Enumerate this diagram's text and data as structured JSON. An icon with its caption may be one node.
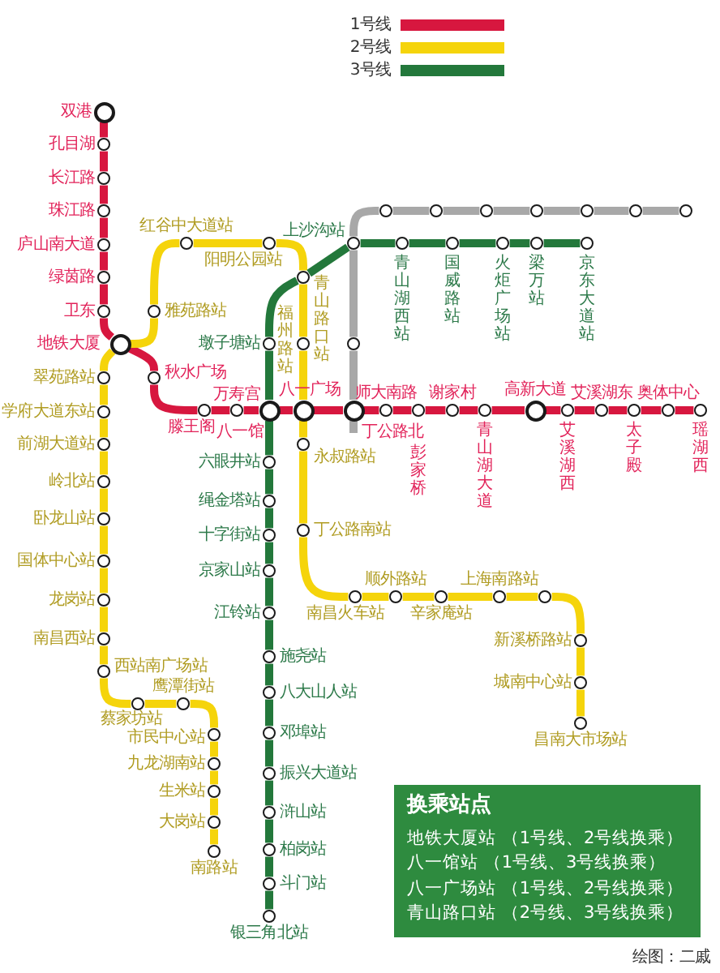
{
  "diagram": {
    "nodes": [
      {
        "text": [
          "双港"
        ]
      },
      {
        "text": [
          "孔目湖"
        ]
      },
      {
        "text": [
          "长江路"
        ]
      },
      {
        "text": [
          "珠江路"
        ]
      },
      {
        "text": [
          "庐山南大道"
        ]
      },
      {
        "text": [
          "绿茵路"
        ]
      },
      {
        "text": [
          "卫东"
        ]
      },
      {
        "text": [
          "地铁大厦"
        ]
      },
      {
        "text": [
          "秋水广场"
        ]
      },
      {
        "text": [
          "滕王阁"
        ]
      },
      {
        "text": [
          "万寿宫"
        ]
      },
      {
        "text": [
          "八一馆"
        ]
      },
      {
        "text": [
          "八一广场"
        ]
      },
      {
        "text": [
          "丁公路北"
        ]
      },
      {
        "text": [
          "师大南路"
        ]
      },
      {
        "text": [
          "彭家桥"
        ]
      },
      {
        "text": [
          "谢家村"
        ]
      },
      {
        "text": [
          "青山湖大道"
        ]
      },
      {
        "text": [
          "高新大道"
        ]
      },
      {
        "text": [
          "艾溪湖西"
        ]
      },
      {
        "text": [
          "艾溪湖东"
        ]
      },
      {
        "text": [
          "太子殿"
        ]
      },
      {
        "text": [
          "奥体中心"
        ]
      },
      {
        "text": [
          "瑶湖西"
        ]
      },
      {
        "text": [
          "南路站"
        ]
      },
      {
        "text": [
          "大岗站"
        ]
      },
      {
        "text": [
          "生米站"
        ]
      },
      {
        "text": [
          "九龙湖南站"
        ]
      },
      {
        "text": [
          "市民中心站"
        ]
      },
      {
        "text": [
          "鹰潭街站"
        ]
      },
      {
        "text": [
          "蔡家坊站"
        ]
      },
      {
        "text": [
          "西站南广场站"
        ]
      },
      {
        "text": [
          "南昌西站"
        ]
      },
      {
        "text": [
          "龙岗站"
        ]
      },
      {
        "text": [
          "国体中心站"
        ]
      },
      {
        "text": [
          "卧龙山站"
        ]
      },
      {
        "text": [
          "岭北站"
        ]
      },
      {
        "text": [
          "前湖大道站"
        ]
      },
      {
        "text": [
          "学府大道东站"
        ]
      },
      {
        "text": [
          "翠苑路站"
        ]
      },
      {
        "text": [
          "雅苑路站"
        ]
      },
      {
        "text": [
          "红谷中大道站"
        ]
      },
      {
        "text": [
          "阳明公园站"
        ]
      },
      {
        "text": [
          "青山路口站"
        ]
      },
      {
        "text": [
          "福州路站"
        ]
      },
      {
        "text": [
          "永叔路站"
        ]
      },
      {
        "text": [
          "丁公路南站"
        ]
      },
      {
        "text": [
          "南昌火车站"
        ]
      },
      {
        "text": [
          "顺外路站"
        ]
      },
      {
        "text": [
          "辛家庵站"
        ]
      },
      {
        "text": [
          "上海南路站"
        ]
      },
      {
        "text": [],
        "shape": "circle"
      },
      {
        "text": [
          "新溪桥路站"
        ]
      },
      {
        "text": [
          "城南中心站"
        ]
      },
      {
        "text": [
          "昌南大市场站"
        ]
      },
      {
        "text": [
          "银三角北站"
        ]
      },
      {
        "text": [
          "斗门站"
        ]
      },
      {
        "text": [
          "柏岗站"
        ]
      },
      {
        "text": [
          "浒山站"
        ]
      },
      {
        "text": [
          "振兴大道站"
        ]
      },
      {
        "text": [
          "邓埠站"
        ]
      },
      {
        "text": [
          "八大山人站"
        ]
      },
      {
        "text": [
          "施尧站"
        ]
      },
      {
        "text": [
          "江铃站"
        ]
      },
      {
        "text": [
          "京家山站"
        ]
      },
      {
        "text": [
          "十字街站"
        ]
      },
      {
        "text": [
          "绳金塔站"
        ]
      },
      {
        "text": [
          "六眼井站"
        ]
      },
      {
        "text": [
          "墩子塘站"
        ]
      },
      {
        "text": [
          "上沙沟站"
        ]
      },
      {
        "text": [
          "青山湖西站"
        ]
      },
      {
        "text": [
          "国威路站"
        ]
      },
      {
        "text": [
          "火炬广场站"
        ]
      },
      {
        "text": [
          "梁万站"
        ]
      },
      {
        "text": [
          "京东大道站"
        ]
      },
      {
        "text": [],
        "shape": "circle"
      },
      {
        "text": [],
        "shape": "circle"
      },
      {
        "text": [],
        "shape": "circle"
      },
      {
        "text": [],
        "shape": "circle"
      },
      {
        "text": [],
        "shape": "circle"
      },
      {
        "text": [],
        "shape": "circle"
      },
      {
        "text": [],
        "shape": "circle"
      },
      {
        "text": [],
        "shape": "circle"
      },
      {
        "text": [
          "换乘站点",
          "地铁大厦站 （1号线、2号线换乘）",
          "八一馆站 （1号线、3号线换乘）",
          "八一广场站 （1号线、2号线换乘）",
          "青山路口站 （2号线、3号线换乘）"
        ]
      }
    ],
    "edges": [
      {
        "from": 0,
        "to": 1,
        "arrow": "none",
        "color": "#d7173f"
      },
      {
        "from": 1,
        "to": 2,
        "arrow": "none",
        "color": "#d7173f"
      },
      {
        "from": 2,
        "to": 3,
        "arrow": "none",
        "color": "#d7173f"
      },
      {
        "from": 3,
        "to": 4,
        "arrow": "none",
        "color": "#d7173f"
      },
      {
        "from": 4,
        "to": 5,
        "arrow": "none",
        "color": "#d7173f"
      },
      {
        "from": 5,
        "to": 6,
        "arrow": "none",
        "color": "#d7173f"
      },
      {
        "from": 6,
        "to": 7,
        "arrow": "none",
        "color": "#d7173f"
      },
      {
        "from": 7,
        "to": 8,
        "arrow": "none",
        "color": "#d7173f"
      },
      {
        "from": 8,
        "to": 9,
        "arrow": "none",
        "color": "#d7173f"
      },
      {
        "from": 9,
        "to": 10,
        "arrow": "none",
        "color": "#d7173f"
      },
      {
        "from": 10,
        "to": 11,
        "arrow": "none",
        "color": "#d7173f"
      },
      {
        "from": 11,
        "to": 12,
        "arrow": "none",
        "color": "#d7173f"
      },
      {
        "from": 12,
        "to": 13,
        "arrow": "none",
        "color": "#d7173f"
      },
      {
        "from": 13,
        "to": 14,
        "arrow": "none",
        "color": "#d7173f"
      },
      {
        "from": 14,
        "to": 15,
        "arrow": "none",
        "color": "#d7173f"
      },
      {
        "from": 15,
        "to": 16,
        "arrow": "none",
        "color": "#d7173f"
      },
      {
        "from": 16,
        "to": 17,
        "arrow": "none",
        "color": "#d7173f"
      },
      {
        "from": 17,
        "to": 18,
        "arrow": "none",
        "color": "#d7173f"
      },
      {
        "from": 18,
        "to": 19,
        "arrow": "none",
        "color": "#d7173f"
      },
      {
        "from": 19,
        "to": 20,
        "arrow": "none",
        "color": "#d7173f"
      },
      {
        "from": 20,
        "to": 21,
        "arrow": "none",
        "color": "#d7173f"
      },
      {
        "from": 21,
        "to": 22,
        "arrow": "none",
        "color": "#d7173f"
      },
      {
        "from": 22,
        "to": 23,
        "arrow": "none",
        "color": "#d7173f"
      },
      {
        "from": 24,
        "to": 25,
        "arrow": "none",
        "color": "#f5d40b"
      },
      {
        "from": 25,
        "to": 26,
        "arrow": "none",
        "color": "#f5d40b"
      },
      {
        "from": 26,
        "to": 27,
        "arrow": "none",
        "color": "#f5d40b"
      },
      {
        "from": 27,
        "to": 28,
        "arrow": "none",
        "color": "#f5d40b"
      },
      {
        "from": 28,
        "to": 29,
        "arrow": "none",
        "color": "#f5d40b"
      },
      {
        "from": 29,
        "to": 30,
        "arrow": "none",
        "color": "#f5d40b"
      },
      {
        "from": 30,
        "to": 31,
        "arrow": "none",
        "color": "#f5d40b"
      },
      {
        "from": 31,
        "to": 32,
        "arrow": "none",
        "color": "#f5d40b"
      },
      {
        "from": 32,
        "to": 33,
        "arrow": "none",
        "color": "#f5d40b"
      },
      {
        "from": 33,
        "to": 34,
        "arrow": "none",
        "color": "#f5d40b"
      },
      {
        "from": 34,
        "to": 35,
        "arrow": "none",
        "color": "#f5d40b"
      },
      {
        "from": 35,
        "to": 36,
        "arrow": "none",
        "color": "#f5d40b"
      },
      {
        "from": 36,
        "to": 37,
        "arrow": "none",
        "color": "#f5d40b"
      },
      {
        "from": 37,
        "to": 38,
        "arrow": "none",
        "color": "#f5d40b"
      },
      {
        "from": 38,
        "to": 39,
        "arrow": "none",
        "color": "#f5d40b"
      },
      {
        "from": 39,
        "to": 7,
        "arrow": "none",
        "color": "#f5d40b"
      },
      {
        "from": 7,
        "to": 40,
        "arrow": "none",
        "color": "#f5d40b"
      },
      {
        "from": 40,
        "to": 41,
        "arrow": "none",
        "color": "#f5d40b"
      },
      {
        "from": 41,
        "to": 42,
        "arrow": "none",
        "color": "#f5d40b"
      },
      {
        "from": 42,
        "to": 43,
        "arrow": "none",
        "color": "#f5d40b"
      },
      {
        "from": 43,
        "to": 44,
        "arrow": "none",
        "color": "#f5d40b"
      },
      {
        "from": 44,
        "to": 12,
        "arrow": "none",
        "color": "#f5d40b"
      },
      {
        "from": 12,
        "to": 45,
        "arrow": "none",
        "color": "#f5d40b"
      },
      {
        "from": 45,
        "to": 46,
        "arrow": "none",
        "color": "#f5d40b"
      },
      {
        "from": 46,
        "to": 47,
        "arrow": "none",
        "color": "#f5d40b"
      },
      {
        "from": 47,
        "to": 48,
        "arrow": "none",
        "color": "#f5d40b"
      },
      {
        "from": 48,
        "to": 49,
        "arrow": "none",
        "color": "#f5d40b"
      },
      {
        "from": 49,
        "to": 50,
        "arrow": "none",
        "color": "#f5d40b"
      },
      {
        "from": 50,
        "to": 51,
        "arrow": "none",
        "color": "#f5d40b"
      },
      {
        "from": 51,
        "to": 52,
        "arrow": "none",
        "color": "#f5d40b"
      },
      {
        "from": 52,
        "to": 53,
        "arrow": "none",
        "color": "#f5d40b"
      },
      {
        "from": 53,
        "to": 54,
        "arrow": "none",
        "color": "#f5d40b"
      },
      {
        "from": 55,
        "to": 56,
        "arrow": "none",
        "color": "#23783b"
      },
      {
        "from": 56,
        "to": 57,
        "arrow": "none",
        "color": "#23783b"
      },
      {
        "from": 57,
        "to": 58,
        "arrow": "none",
        "color": "#23783b"
      },
      {
        "from": 58,
        "to": 59,
        "arrow": "none",
        "color": "#23783b"
      },
      {
        "from": 59,
        "to": 60,
        "arrow": "none",
        "color": "#23783b"
      },
      {
        "from": 60,
        "to": 61,
        "arrow": "none",
        "color": "#23783b"
      },
      {
        "from": 61,
        "to": 62,
        "arrow": "none",
        "color": "#23783b"
      },
      {
        "from": 62,
        "to": 63,
        "arrow": "none",
        "color": "#23783b"
      },
      {
        "from": 63,
        "to": 64,
        "arrow": "none",
        "color": "#23783b"
      },
      {
        "from": 64,
        "to": 65,
        "arrow": "none",
        "color": "#23783b"
      },
      {
        "from": 65,
        "to": 66,
        "arrow": "none",
        "color": "#23783b"
      },
      {
        "from": 66,
        "to": 67,
        "arrow": "none",
        "color": "#23783b"
      },
      {
        "from": 67,
        "to": 11,
        "arrow": "none",
        "color": "#23783b"
      },
      {
        "from": 11,
        "to": 68,
        "arrow": "none",
        "color": "#23783b"
      },
      {
        "from": 68,
        "to": 43,
        "arrow": "none",
        "color": "#23783b"
      },
      {
        "from": 43,
        "to": 69,
        "arrow": "none",
        "color": "#23783b"
      },
      {
        "from": 69,
        "to": 70,
        "arrow": "none",
        "color": "#23783b"
      },
      {
        "from": 70,
        "to": 71,
        "arrow": "none",
        "color": "#23783b"
      },
      {
        "from": 71,
        "to": 72,
        "arrow": "none",
        "color": "#23783b"
      },
      {
        "from": 72,
        "to": 73,
        "arrow": "none",
        "color": "#23783b"
      },
      {
        "from": 73,
        "to": 74,
        "arrow": "none",
        "color": "#23783b"
      },
      {
        "from": 13,
        "to": null,
        "arrow": "none",
        "color": "#a8a8a8"
      },
      {
        "from": 13,
        "to": 75,
        "arrow": "none",
        "color": "#a8a8a8"
      },
      {
        "from": 75,
        "to": 69,
        "arrow": "none",
        "color": "#a8a8a8"
      },
      {
        "from": 69,
        "to": 76,
        "arrow": "none",
        "color": "#a8a8a8"
      },
      {
        "from": 76,
        "to": 77,
        "arrow": "none",
        "color": "#a8a8a8"
      },
      {
        "from": 77,
        "to": 78,
        "arrow": "none",
        "color": "#a8a8a8"
      },
      {
        "from": 78,
        "to": 79,
        "arrow": "none",
        "color": "#a8a8a8"
      },
      {
        "from": 79,
        "to": 80,
        "arrow": "none",
        "color": "#a8a8a8"
      },
      {
        "from": 80,
        "to": 81,
        "arrow": "none",
        "color": "#a8a8a8"
      },
      {
        "from": 81,
        "to": 82,
        "arrow": "none",
        "color": "#a8a8a8"
      }
    ],
    "labels": [
      "绘图：二戚"
    ],
    "legend": [
      {
        "text": "1号线",
        "color": "#d7173f"
      },
      {
        "text": "2号线",
        "color": "#f5d40b"
      },
      {
        "text": "3号线",
        "color": "#23783b"
      }
    ]
  }
}
